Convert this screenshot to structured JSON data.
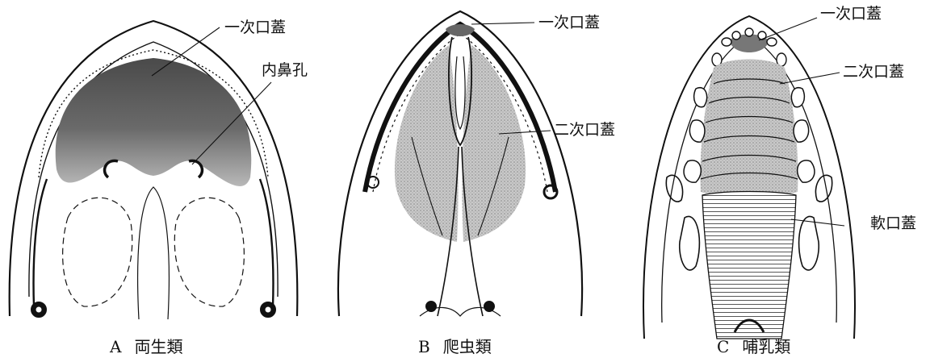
{
  "panels": [
    {
      "id": "A",
      "caption_letter": "A",
      "caption_text": "両生類",
      "labels": {
        "primary_palate": "一次口蓋",
        "internal_naris": "内鼻孔"
      }
    },
    {
      "id": "B",
      "caption_letter": "B",
      "caption_text": "爬虫類",
      "labels": {
        "primary_palate": "一次口蓋",
        "secondary_palate": "二次口蓋"
      }
    },
    {
      "id": "C",
      "caption_letter": "C",
      "caption_text": "哺乳類",
      "labels": {
        "primary_palate": "一次口蓋",
        "secondary_palate": "二次口蓋",
        "soft_palate": "軟口蓋"
      }
    }
  ],
  "colors": {
    "ink": "#111111",
    "dark_shading": "#555555",
    "stipple": "#bdbdbd",
    "background": "#ffffff"
  }
}
